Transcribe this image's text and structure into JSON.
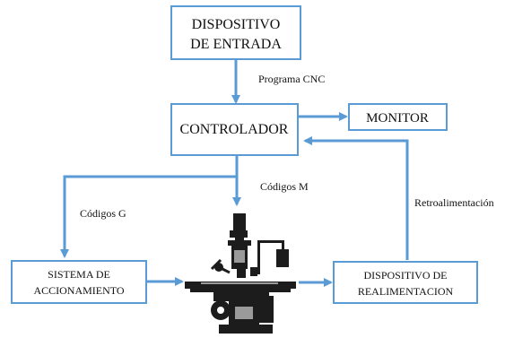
{
  "nodes": {
    "input_device": {
      "line1": "DISPOSITIVO",
      "line2": "DE ENTRADA"
    },
    "controller": {
      "label": "CONTROLADOR"
    },
    "monitor": {
      "label": "MONITOR"
    },
    "drive_system": {
      "line1": "SISTEMA DE",
      "line2": "ACCIONAMIENTO"
    },
    "feedback_device": {
      "line1": "DISPOSITIVO DE",
      "line2": "REALIMENTACION"
    },
    "machine": {
      "icon": "cnc-milling-machine-icon"
    }
  },
  "edges": {
    "cnc_program": "Programa CNC",
    "m_codes": "Códigos M",
    "g_codes": "Códigos G",
    "feedback": "Retroalimentación"
  },
  "colors": {
    "accent": "#5b9bd5",
    "text": "#111111"
  }
}
